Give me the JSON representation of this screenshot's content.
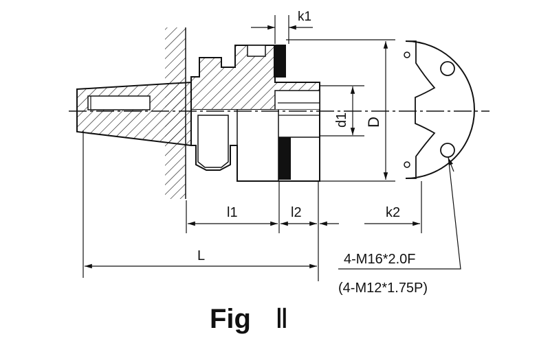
{
  "labels": {
    "k1": "k1",
    "d1": "d1",
    "D": "D",
    "l1": "l1",
    "l2": "l2",
    "k2": "k2",
    "L": "L",
    "thread_primary": "4-M16*2.0F",
    "thread_alt": "(4-M12*1.75P)"
  },
  "caption": {
    "prefix": "Fig",
    "numeral": "Ⅱ"
  },
  "colors": {
    "line": "#111111",
    "background": "#ffffff"
  }
}
